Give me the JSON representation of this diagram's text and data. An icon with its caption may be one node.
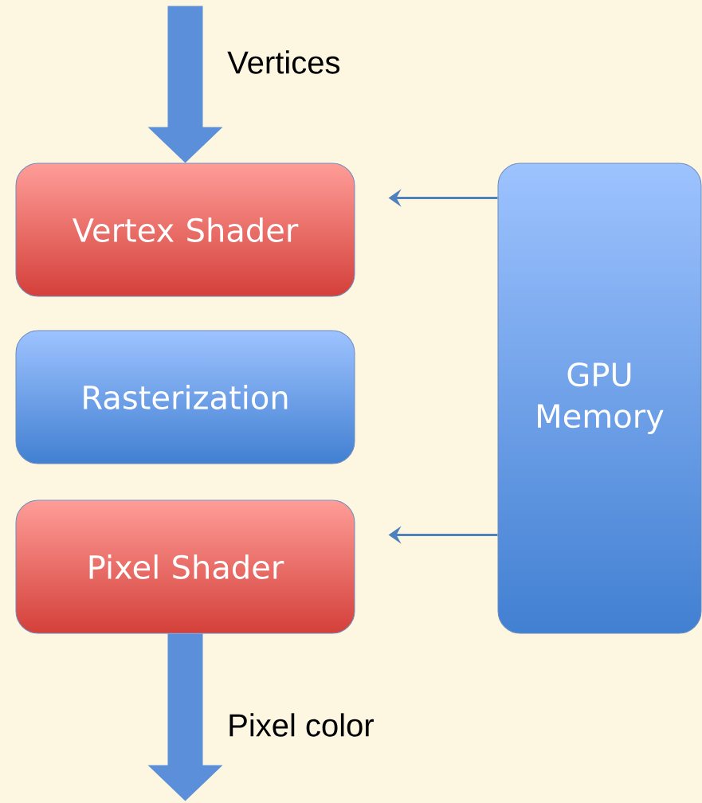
{
  "diagram": {
    "nodes": [
      {
        "text": [
          "Vertex Shader"
        ]
      },
      {
        "text": [
          "Rasterization"
        ]
      },
      {
        "text": [
          "Pixel Shader"
        ]
      },
      {
        "text": [
          "GPU Memory"
        ]
      }
    ],
    "edges": [
      {
        "from": null,
        "to": 0,
        "arrow": "to",
        "label": "Vertices",
        "style": "thick",
        "color": "#5b8fd9"
      },
      {
        "from": 3,
        "to": 0,
        "arrow": "to",
        "color": "#4f81bd"
      },
      {
        "from": 3,
        "to": 2,
        "arrow": "to",
        "color": "#4f81bd"
      },
      {
        "from": 2,
        "to": null,
        "arrow": "to",
        "label": "Pixel color",
        "style": "thick",
        "color": "#5b8fd9"
      }
    ]
  }
}
